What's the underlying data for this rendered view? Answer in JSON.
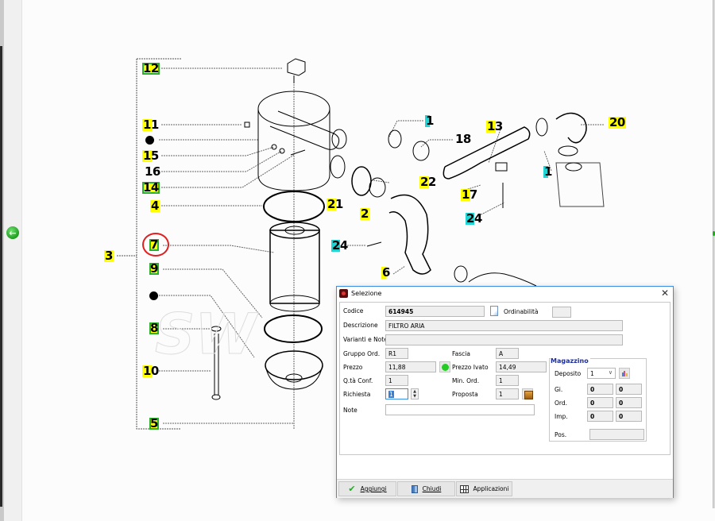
{
  "navigation": {
    "back_icon": "arrow-left-icon"
  },
  "diagram": {
    "callouts": [
      {
        "id": "12",
        "label": "12"
      },
      {
        "id": "11",
        "label": "11"
      },
      {
        "id": "15",
        "label": "15"
      },
      {
        "id": "16",
        "label": "16"
      },
      {
        "id": "14",
        "label": "14"
      },
      {
        "id": "4",
        "label": "4"
      },
      {
        "id": "3",
        "label": "3"
      },
      {
        "id": "7",
        "label": "7"
      },
      {
        "id": "9",
        "label": "9"
      },
      {
        "id": "8",
        "label": "8"
      },
      {
        "id": "10",
        "label": "10"
      },
      {
        "id": "5",
        "label": "5"
      },
      {
        "id": "1a",
        "label": "1"
      },
      {
        "id": "18",
        "label": "18"
      },
      {
        "id": "13",
        "label": "13"
      },
      {
        "id": "20",
        "label": "20"
      },
      {
        "id": "1b",
        "label": "1"
      },
      {
        "id": "21",
        "label": "21"
      },
      {
        "id": "2",
        "label": "2"
      },
      {
        "id": "22",
        "label": "22"
      },
      {
        "id": "17",
        "label": "17"
      },
      {
        "id": "24a",
        "label": "24"
      },
      {
        "id": "24b",
        "label": "24"
      },
      {
        "id": "6",
        "label": "6"
      }
    ],
    "selected_callout": "7"
  },
  "dialog": {
    "title": "Selezione",
    "close_icon": "close-icon",
    "fields": {
      "codice": {
        "label": "Codice",
        "value": "614945"
      },
      "ordinabilita": {
        "label": "Ordinabilità",
        "value": ""
      },
      "descrizione": {
        "label": "Descrizione",
        "value": "FILTRO ARIA"
      },
      "varianti": {
        "label": "Varianti e Note",
        "value": ""
      },
      "gruppo": {
        "label": "Gruppo Ord.",
        "value": "R1"
      },
      "fascia": {
        "label": "Fascia",
        "value": "A"
      },
      "prezzo": {
        "label": "Prezzo",
        "value": "11,88"
      },
      "prezzo_ivato": {
        "label": "Prezzo Ivato",
        "value": "14,49"
      },
      "qta_conf": {
        "label": "Q.tà Conf.",
        "value": "1"
      },
      "min_ord": {
        "label": "Min. Ord.",
        "value": "1"
      },
      "richiesta": {
        "label": "Richiesta",
        "value": "1"
      },
      "proposta": {
        "label": "Proposta",
        "value": "1"
      },
      "note": {
        "label": "Note",
        "value": ""
      }
    },
    "magazzino": {
      "title": "Magazzino",
      "deposito_label": "Deposito",
      "deposito_value": "1",
      "rows": [
        {
          "label": "Gi.",
          "a": "0",
          "b": "0"
        },
        {
          "label": "Ord.",
          "a": "0",
          "b": "0"
        },
        {
          "label": "Imp.",
          "a": "0",
          "b": "0"
        }
      ],
      "pos_label": "Pos.",
      "pos_value": ""
    },
    "buttons": {
      "aggiungi": "Aggiungi",
      "chiudi": "Chiudi",
      "applicazioni": "Applicazioni"
    }
  }
}
